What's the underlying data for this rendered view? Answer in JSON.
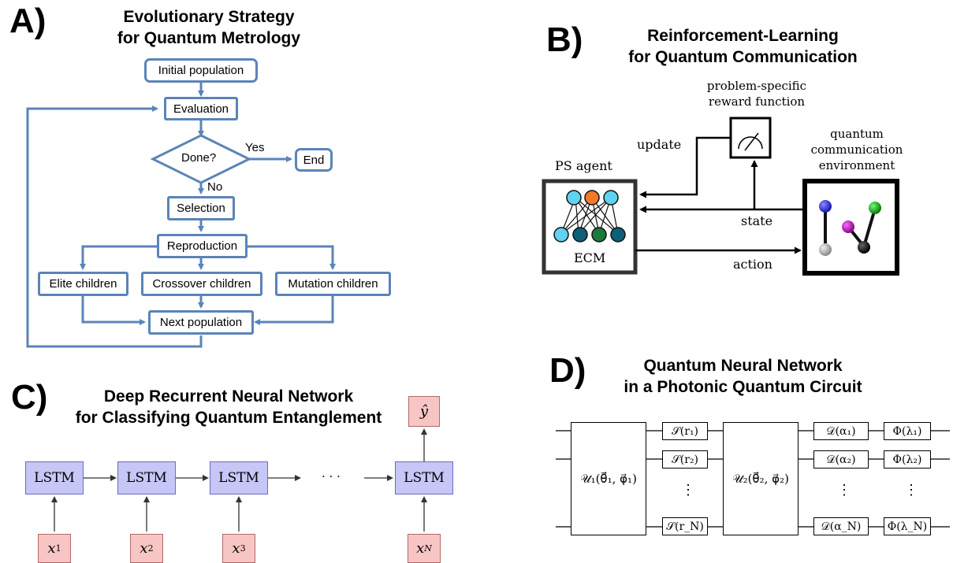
{
  "panel_a": {
    "label": "A)",
    "title_line1": "Evolutionary Strategy",
    "title_line2": "for Quantum Metrology",
    "nodes": {
      "initial": "Initial population",
      "evaluation": "Evaluation",
      "done": "Done?",
      "end": "End",
      "selection": "Selection",
      "reproduction": "Reproduction",
      "elite": "Elite children",
      "crossover": "Crossover children",
      "mutation": "Mutation children",
      "next": "Next population"
    },
    "edge_labels": {
      "yes": "Yes",
      "no": "No"
    }
  },
  "panel_b": {
    "label": "B)",
    "title_line1": "Reinforcement-Learning",
    "title_line2": "for Quantum Communication",
    "reward_line1": "problem-specific",
    "reward_line2": "reward function",
    "agent_label": "PS agent",
    "ecm_label": "ECM",
    "env_line1": "quantum",
    "env_line2": "communication",
    "env_line3": "environment",
    "update": "update",
    "state": "state",
    "action": "action",
    "colors": {
      "cyan": "#5fd3f0",
      "orange": "#f07a28",
      "teal": "#0e5f78",
      "green": "#1d7a3a"
    }
  },
  "panel_c": {
    "label": "C)",
    "title_line1": "Deep Recurrent Neural Network",
    "title_line2": "for Classifying Quantum Entanglement",
    "cell": "LSTM",
    "dots": "· · ·",
    "inputs": [
      "x",
      "x",
      "x",
      "x"
    ],
    "input_subs": [
      "1",
      "2",
      "3",
      "N"
    ],
    "output": "ŷ"
  },
  "panel_d": {
    "label": "D)",
    "title_line1": "Quantum Neural Network",
    "title_line2": "in a Photonic Quantum Circuit",
    "u1": "𝒰₁(θ⃗₁, φ⃗₁)",
    "u2": "𝒰₂(θ⃗₂, φ⃗₂)",
    "squeeze": [
      "𝒮(r₁)",
      "𝒮(r₂)",
      "𝒮(r_N)"
    ],
    "displace": [
      "𝒟(α₁)",
      "𝒟(α₂)",
      "𝒟(α_N)"
    ],
    "phase": [
      "Φ(λ₁)",
      "Φ(λ₂)",
      "Φ(λ_N)"
    ],
    "vdots": "⋮"
  }
}
